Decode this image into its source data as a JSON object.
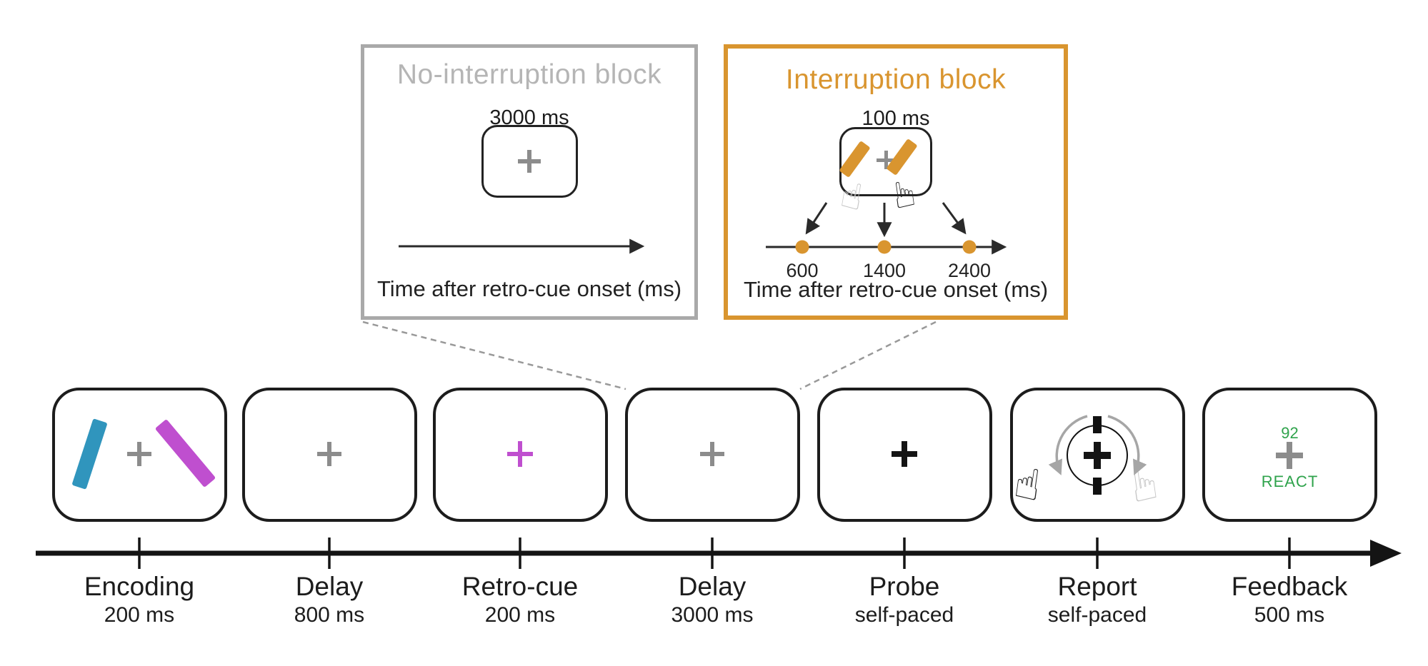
{
  "colors": {
    "orange": "#D9952F",
    "gray_border": "#A9A9A9",
    "gray_title": "#B5B5B5",
    "teal": "#3095BD",
    "magenta": "#BF4FCF",
    "green": "#2FA34C",
    "gray_plus": "#8C8C8C",
    "dark": "#1C1C1C",
    "hand_gray": "#C6C6C6",
    "arc_gray": "#A6A6A6",
    "dash_gray": "#999999"
  },
  "icons": {
    "pointing_hand": "☝"
  },
  "insets": {
    "no_interruption": {
      "title": "No-interruption block",
      "duration": "3000 ms",
      "axis_label": "Time after retro-cue onset (ms)"
    },
    "interruption": {
      "title": "Interruption block",
      "duration": "100 ms",
      "timepoints": [
        "600",
        "1400",
        "2400"
      ],
      "axis_label": "Time after retro-cue onset (ms)"
    }
  },
  "timeline": {
    "stages": [
      {
        "name": "Encoding",
        "duration": "200 ms"
      },
      {
        "name": "Delay",
        "duration": "800 ms"
      },
      {
        "name": "Retro-cue",
        "duration": "200 ms"
      },
      {
        "name": "Delay",
        "duration": "3000 ms"
      },
      {
        "name": "Probe",
        "duration": "self-paced"
      },
      {
        "name": "Report",
        "duration": "self-paced"
      },
      {
        "name": "Feedback",
        "duration": "500 ms"
      }
    ]
  },
  "feedback": {
    "score": "92",
    "message": "REACT"
  }
}
